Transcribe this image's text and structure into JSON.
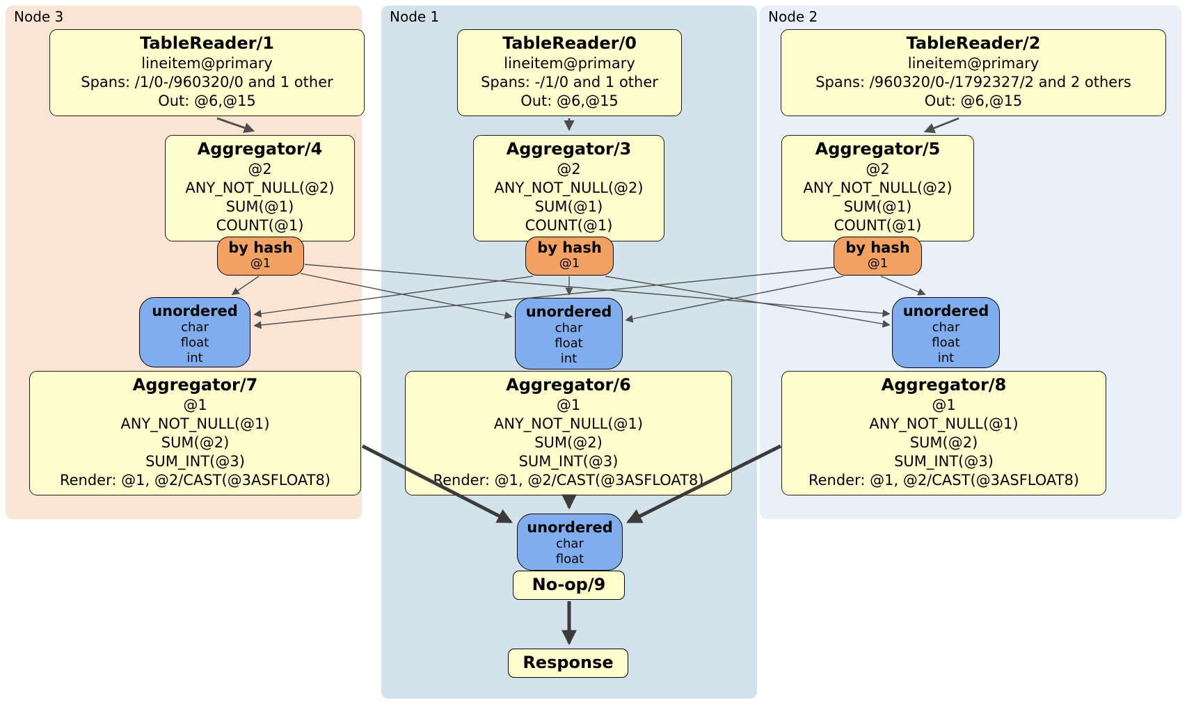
{
  "regions": {
    "node3": {
      "label": "Node 3"
    },
    "node1": {
      "label": "Node 1"
    },
    "node2": {
      "label": "Node 2"
    }
  },
  "nodes": {
    "tr1": {
      "title": "TableReader/1",
      "lines": [
        "lineitem@primary",
        "Spans: /1/0-/960320/0 and 1 other",
        "Out: @6,@15"
      ]
    },
    "tr0": {
      "title": "TableReader/0",
      "lines": [
        "lineitem@primary",
        "Spans: -/1/0 and 1 other",
        "Out: @6,@15"
      ]
    },
    "tr2": {
      "title": "TableReader/2",
      "lines": [
        "lineitem@primary",
        "Spans: /960320/0-/1792327/2 and 2 others",
        "Out: @6,@15"
      ]
    },
    "agg4": {
      "title": "Aggregator/4",
      "lines": [
        "@2",
        "ANY_NOT_NULL(@2)",
        "SUM(@1)",
        "COUNT(@1)"
      ]
    },
    "agg3": {
      "title": "Aggregator/3",
      "lines": [
        "@2",
        "ANY_NOT_NULL(@2)",
        "SUM(@1)",
        "COUNT(@1)"
      ]
    },
    "agg5": {
      "title": "Aggregator/5",
      "lines": [
        "@2",
        "ANY_NOT_NULL(@2)",
        "SUM(@1)",
        "COUNT(@1)"
      ]
    },
    "hash_left": {
      "title": "by hash",
      "sub": "@1"
    },
    "hash_center": {
      "title": "by hash",
      "sub": "@1"
    },
    "hash_right": {
      "title": "by hash",
      "sub": "@1"
    },
    "sync_left": {
      "title": "unordered",
      "items": [
        "char",
        "float",
        "int"
      ]
    },
    "sync_center": {
      "title": "unordered",
      "items": [
        "char",
        "float",
        "int"
      ]
    },
    "sync_right": {
      "title": "unordered",
      "items": [
        "char",
        "float",
        "int"
      ]
    },
    "agg7": {
      "title": "Aggregator/7",
      "lines": [
        "@1",
        "ANY_NOT_NULL(@1)",
        "SUM(@2)",
        "SUM_INT(@3)",
        "Render: @1, @2/CAST(@3ASFLOAT8)"
      ]
    },
    "agg6": {
      "title": "Aggregator/6",
      "lines": [
        "@1",
        "ANY_NOT_NULL(@1)",
        "SUM(@2)",
        "SUM_INT(@3)",
        "Render: @1, @2/CAST(@3ASFLOAT8)"
      ]
    },
    "agg8": {
      "title": "Aggregator/8",
      "lines": [
        "@1",
        "ANY_NOT_NULL(@1)",
        "SUM(@2)",
        "SUM_INT(@3)",
        "Render: @1, @2/CAST(@3ASFLOAT8)"
      ]
    },
    "sync_bottom": {
      "title": "unordered",
      "items": [
        "char",
        "float"
      ]
    },
    "noop": {
      "title": "No-op/9"
    },
    "response": {
      "title": "Response"
    }
  },
  "colors": {
    "node3_bg": "#fce4d4",
    "node1_bg": "#d3e2eb",
    "node2_bg": "#e9f0fa",
    "processor_fill": "#ffffcd",
    "router_fill": "#f3a263",
    "sync_fill": "#7fadee",
    "edge": "#4d4d4d",
    "edge_thick": "#3b3b3b"
  }
}
